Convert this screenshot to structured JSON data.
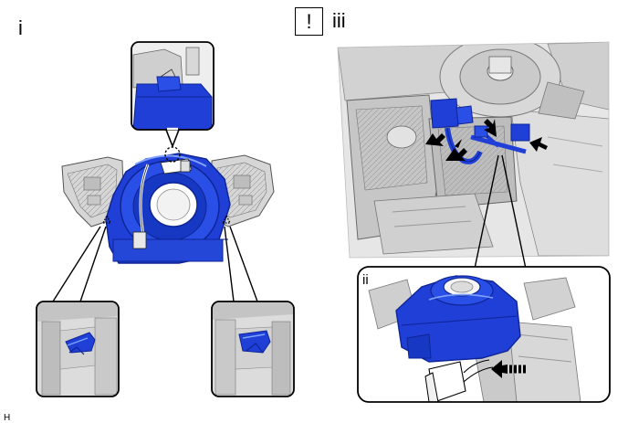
{
  "labels": {
    "step_i": "i",
    "step_ii": "ii",
    "step_iii": "iii",
    "caution_symbol": "!",
    "corner_mark": "H"
  },
  "icons": {
    "caution": "exclamation-box-icon",
    "push_arrow": "black-push-arrow-icon",
    "slide_arrow": "dashed-slide-arrow-icon",
    "claw_marker": "dotted-triangle-marker-icon"
  },
  "colors": {
    "part_highlight": "#1f3fd6",
    "part_highlight_dark": "#0e2596",
    "part_gray": "#d4d4d4",
    "part_gray_dark": "#8c8c8c",
    "outline": "#000000",
    "background": "#ffffff"
  }
}
